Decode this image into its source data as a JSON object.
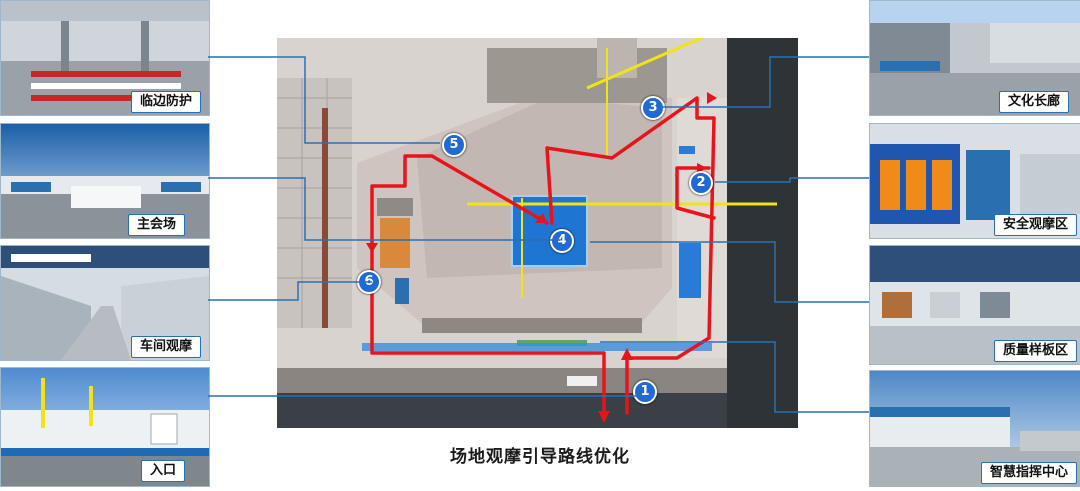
{
  "title": "场地观摩引导路线优化",
  "left_panels": [
    {
      "caption": "临边防护"
    },
    {
      "caption": "主会场"
    },
    {
      "caption": "车间观摩"
    },
    {
      "caption": "入口"
    }
  ],
  "right_panels": [
    {
      "caption": "文化长廊"
    },
    {
      "caption": "安全观摩区"
    },
    {
      "caption": "质量样板区"
    },
    {
      "caption": "智慧指挥中心"
    }
  ],
  "route_markers": [
    "1",
    "2",
    "3",
    "4",
    "5",
    "6"
  ],
  "colors": {
    "route": "#e8141b",
    "leader_line": "#2a6fb0",
    "marker": "#1f6ad6",
    "crane": "#f2e316"
  }
}
